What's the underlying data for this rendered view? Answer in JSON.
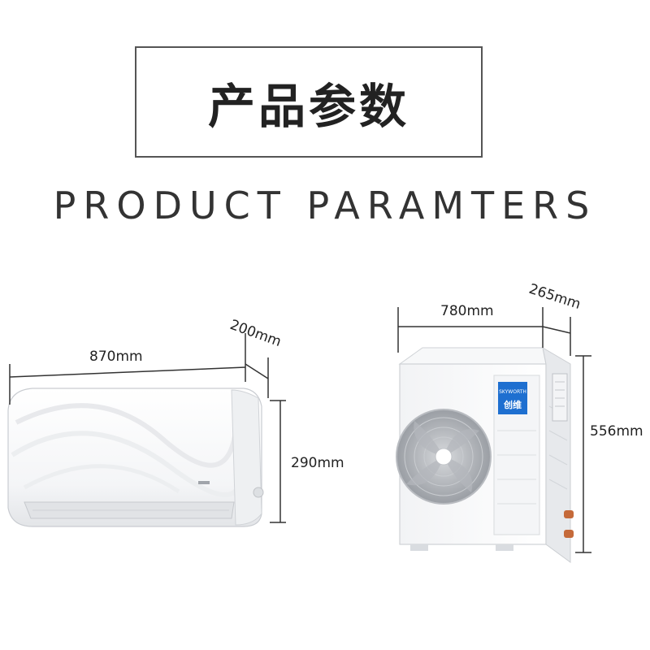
{
  "header": {
    "title_cn": "产品参数",
    "title_en": "PRODUCT PARAMTERS"
  },
  "indoor_unit": {
    "width_label": "870mm",
    "depth_label": "200mm",
    "height_label": "290mm"
  },
  "outdoor_unit": {
    "width_label": "780mm",
    "depth_label": "265mm",
    "height_label": "556mm",
    "brand_logo_en": "SKYWORTH",
    "brand_logo_cn": "创维"
  },
  "colors": {
    "accent": "#1e6fd0",
    "line": "#333333"
  }
}
